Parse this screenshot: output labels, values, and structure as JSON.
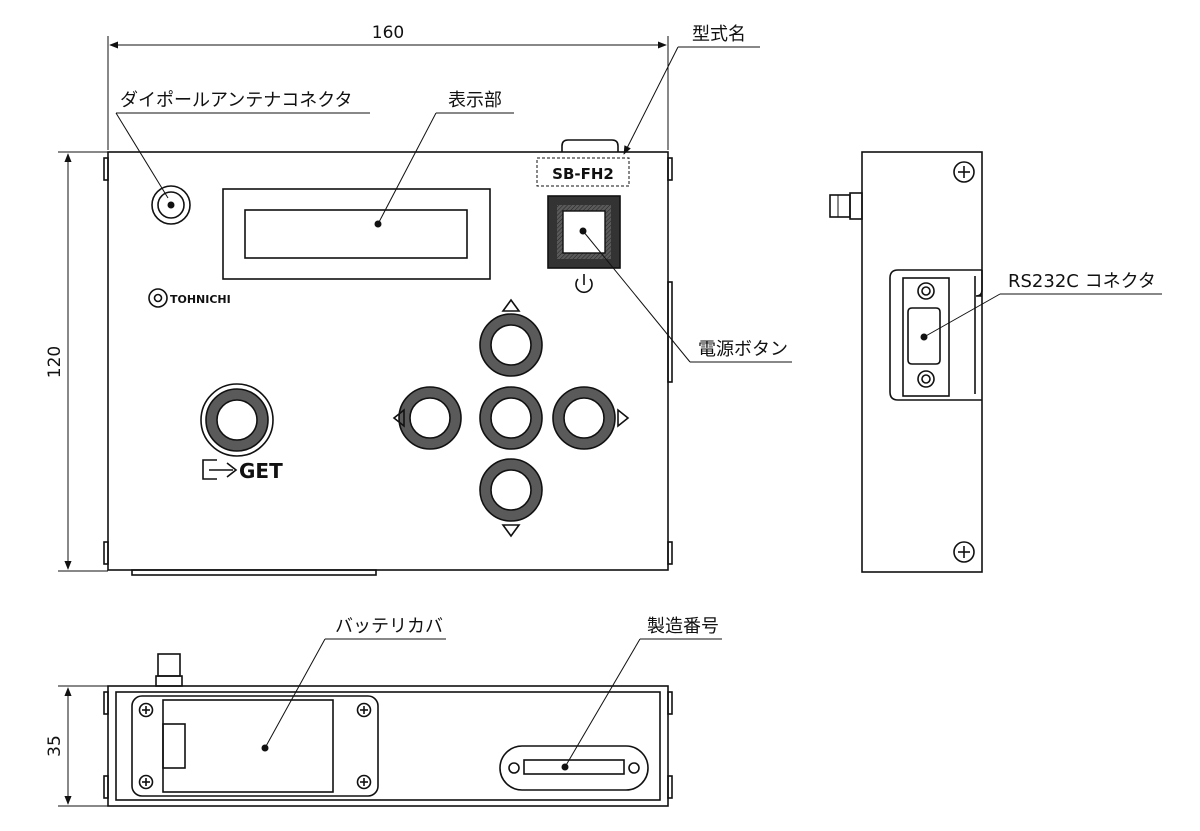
{
  "dimensions": {
    "width": "160",
    "height": "120",
    "depth": "35"
  },
  "labels": {
    "model_name": "型式名",
    "dipole_antenna": "ダイポールアンテナコネクタ",
    "display": "表示部",
    "power_button": "電源ボタン",
    "rs232c_connector": "RS232C コネクタ",
    "battery_cover": "バッテリカバ",
    "serial_number": "製造番号"
  },
  "device": {
    "model": "SB-FH2",
    "brand": "TOHNICHI",
    "get_label": "GET"
  },
  "colors": {
    "ring": "#5a5a5a",
    "ink": "#111111"
  }
}
